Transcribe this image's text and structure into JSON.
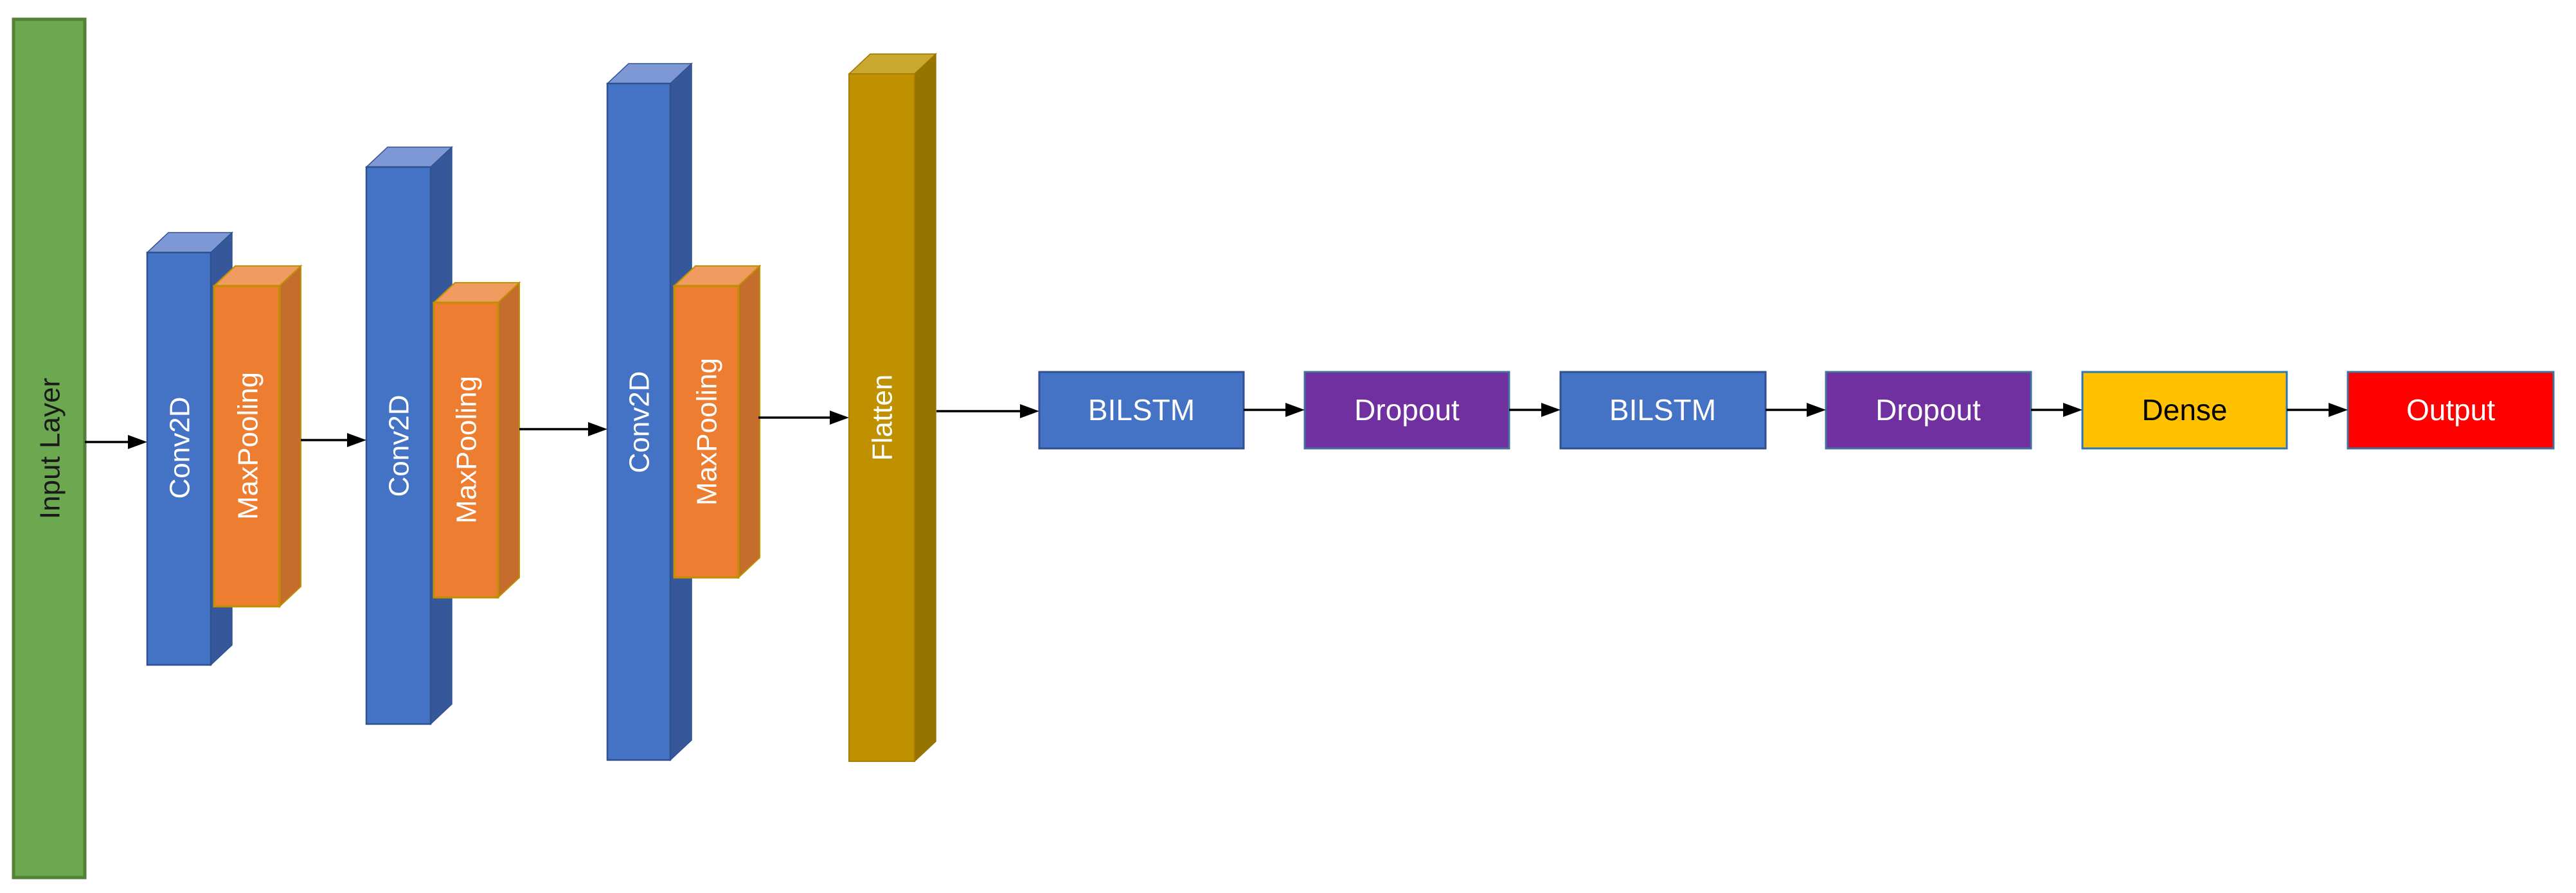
{
  "diagram": {
    "type": "neural-network-architecture-flow",
    "background": "#ffffff"
  },
  "colors": {
    "input_green": "#6BA84F",
    "input_green_border": "#538135",
    "conv_blue_front": "#4472C4",
    "conv_blue_top": "#7D98D5",
    "conv_blue_side": "#36589A",
    "conv_blue_border": "#2F528F",
    "pool_orange_front": "#ED7D31",
    "pool_orange_top": "#F09B5F",
    "pool_orange_side": "#C46D2C",
    "pool_orange_border": "#BF9000",
    "flatten_gold_front": "#BF9000",
    "flatten_gold_top": "#CAA72E",
    "flatten_gold_side": "#977300",
    "bilstm_blue": "#4472C4",
    "bilstm_border": "#2F528F",
    "dropout_purple": "#7030A0",
    "dropout_border": "#41719C",
    "dense_yellow": "#FFC000",
    "dense_border": "#2E75B6",
    "output_red": "#FF0000",
    "output_border": "#41719C",
    "arrow": "#000000",
    "label_light": "#FFFFFF",
    "label_dark": "#000000"
  },
  "layers": {
    "input": {
      "label": "Input Layer"
    },
    "conv_blocks": [
      {
        "conv_label": "Conv2D",
        "pool_label": "MaxPooling"
      },
      {
        "conv_label": "Conv2D",
        "pool_label": "MaxPooling"
      },
      {
        "conv_label": "Conv2D",
        "pool_label": "MaxPooling"
      }
    ],
    "flatten": {
      "label": "Flatten"
    },
    "sequence_boxes": [
      {
        "label": "BILSTM"
      },
      {
        "label": "Dropout"
      },
      {
        "label": "BILSTM"
      },
      {
        "label": "Dropout"
      },
      {
        "label": "Dense"
      },
      {
        "label": "Output"
      }
    ]
  }
}
